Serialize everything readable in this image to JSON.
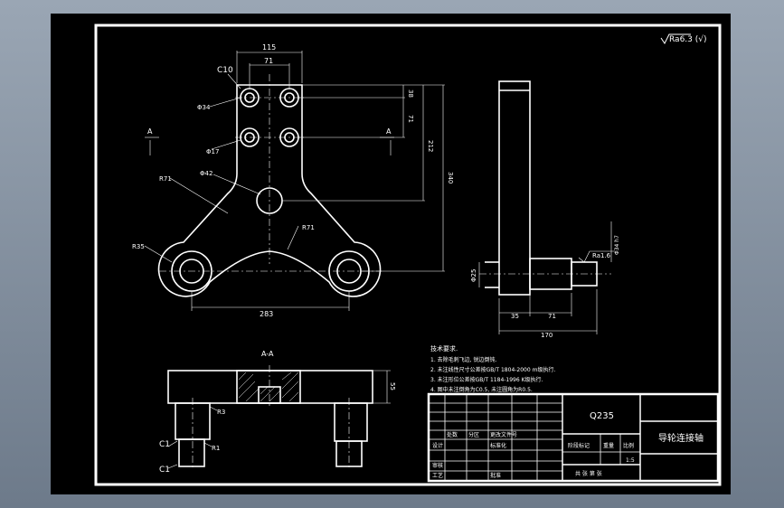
{
  "roughness": "Ra6.3 (√)",
  "dims": {
    "d115": "115",
    "d71": "71",
    "c10": "C10",
    "phi34": "Φ34",
    "phi17": "Φ17",
    "phi42": "Φ42",
    "r71a": "R71",
    "r71b": "R71",
    "r35": "R35",
    "d283": "283",
    "d38": "38",
    "d71v": "71",
    "d212": "212",
    "d340": "340",
    "section_a1": "A",
    "section_a2": "A",
    "side_phi": "Φ25",
    "side_35": "35",
    "side_71": "71",
    "side_170": "170",
    "side_ra": "Ra1.6",
    "side_tol": "Φ34 h7",
    "sect_title": "A-A",
    "sect_55": "55",
    "sect_r3a": "R3",
    "sect_r3b": "R1",
    "sect_c1a": "C1",
    "sect_c1b": "C1"
  },
  "notes": {
    "title": "技术要求.",
    "lines": [
      "1. 去除毛刺飞边, 锐边倒钝.",
      "2. 未注线性尺寸公差按GB/T 1804-2000 m级执行.",
      "3. 未注形位公差按GB/T 1184-1996 K级执行.",
      "4. 图中未注倒角为C0.5, 未注圆角为R0.5."
    ]
  },
  "titleblock": {
    "material": "Q235",
    "part_name": "导轮连接轴",
    "col1": "处数",
    "col2": "分区",
    "col3": "更改文件号",
    "row_design": "设计",
    "row_std": "标准化",
    "row_check": "审核",
    "row_process": "工艺",
    "row_approve": "批准",
    "stage_label": "阶段标记",
    "weight_label": "重量",
    "scale_label": "比例",
    "scale_value": "1:5",
    "sheets": "共 张  第 张"
  }
}
